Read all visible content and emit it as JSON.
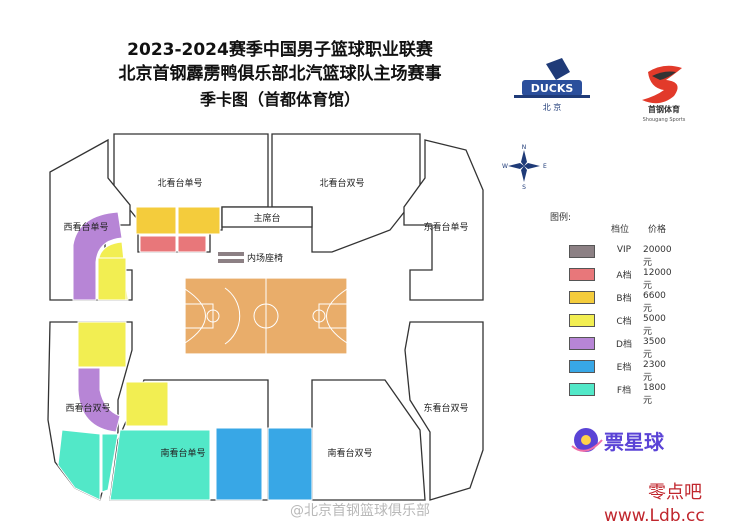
{
  "header": {
    "line1": "2023-2024赛季中国男子篮球职业联赛",
    "line2": "北京首钢霹雳鸭俱乐部北汽篮球队主场赛事",
    "line3": "季卡图（首都体育馆）"
  },
  "logos": {
    "ducks_text": "DUCKS",
    "ducks_sub": "北 京",
    "shougang_text": "首钢体育",
    "shougang_sub": "Shougang Sports"
  },
  "compass": {
    "n": "N",
    "s": "S",
    "e": "E",
    "w": "W"
  },
  "sections": {
    "north_single": "北看台单号",
    "north_double": "北看台双号",
    "west_single": "西看台单号",
    "west_double": "西看台双号",
    "east_single": "东看台单号",
    "east_double": "东看台双号",
    "south_single": "南看台单号",
    "south_double": "南看台双号",
    "main_stand": "主席台",
    "court_seats": "内场座椅"
  },
  "legend": {
    "title": "图例:",
    "col_tier": "档位",
    "col_price": "价格",
    "items": [
      {
        "tier": "VIP",
        "price": "20000元",
        "color": "#8c8084"
      },
      {
        "tier": "A档",
        "price": "12000元",
        "color": "#e8777a"
      },
      {
        "tier": "B档",
        "price": "6600元",
        "color": "#f4cc3c"
      },
      {
        "tier": "C档",
        "price": "5000元",
        "color": "#f2ee52"
      },
      {
        "tier": "D档",
        "price": "3500元",
        "color": "#b785d6"
      },
      {
        "tier": "E档",
        "price": "2300元",
        "color": "#38a7e6"
      },
      {
        "tier": "F档",
        "price": "1800元",
        "color": "#52e8c8"
      }
    ]
  },
  "brand": {
    "ticket": "票星球"
  },
  "watermarks": {
    "weibo": "@北京首钢篮球俱乐部",
    "site_cn": "零点吧",
    "site_url": "www.Ldb.cc"
  },
  "colors": {
    "court": "#e9ad6a",
    "outline": "#333333"
  }
}
